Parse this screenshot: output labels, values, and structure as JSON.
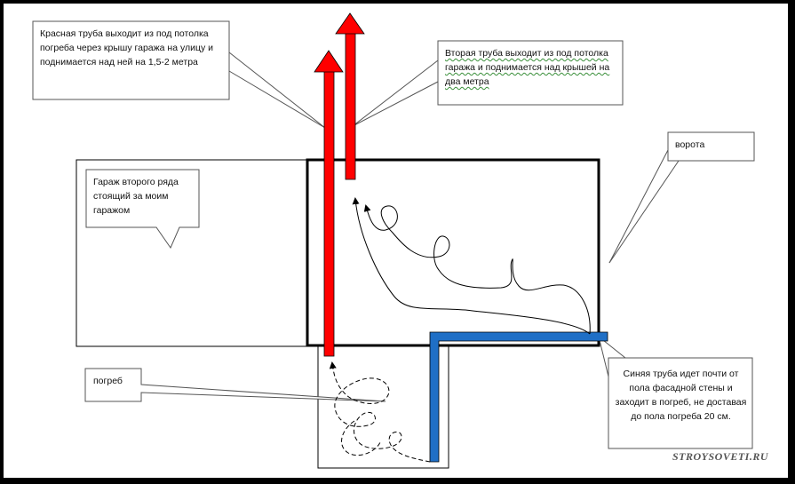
{
  "callouts": {
    "red_pipe": "Красная труба выходит из под потолка погреба через крышу гаража на улицу и поднимается над ней на 1,5-2 метра",
    "second_pipe": "Вторая труба выходит из под потолка гаража и поднимается над крышей на два метра",
    "neighbor_garage": "Гараж второго ряда стоящий за моим гаражом",
    "gate": "ворота",
    "cellar": "погреб",
    "blue_pipe": "Синяя труба идет почти от пола фасадной стены и заходит в погреб, не доставая до пола погреба 20 см."
  },
  "watermark": "STROYSOVETI.RU",
  "colors": {
    "red_pipe": "#ff0000",
    "blue_pipe": "#1f6fc6",
    "outline": "#000000",
    "box_border": "#555555"
  }
}
